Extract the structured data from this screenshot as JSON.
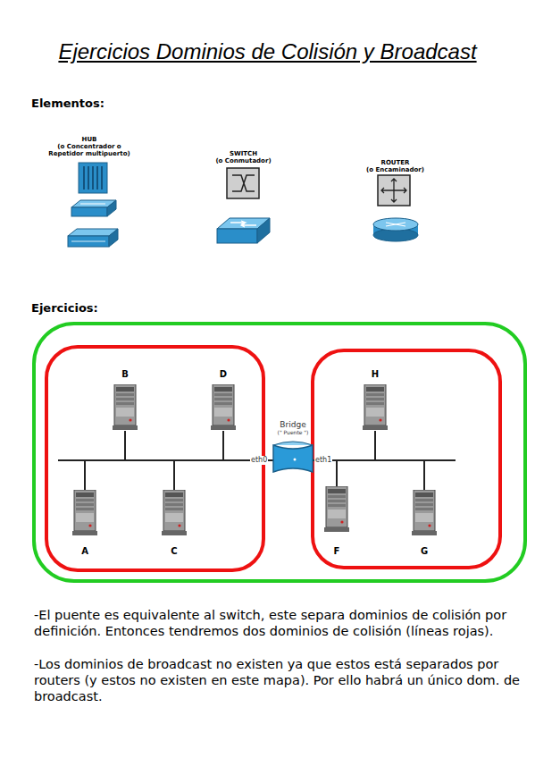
{
  "diagram": {
    "title": "Ejercicios Dominios de Colisión y Broadcast",
    "nodes": [
      {
        "text": [
          "HUB",
          "(o Concentrador o Repetidor multipuerto)"
        ]
      },
      {
        "text": [
          "SWITCH",
          "(o Conmutador)"
        ]
      },
      {
        "text": [
          "ROUTER",
          "(o Encaminador)"
        ]
      },
      {
        "text": [
          "B"
        ]
      },
      {
        "text": [
          "D"
        ]
      },
      {
        "text": [
          "H"
        ]
      },
      {
        "text": [
          "Bridge",
          "(\" Puente \")"
        ]
      },
      {
        "text": [
          "A"
        ]
      },
      {
        "text": [
          "C"
        ]
      },
      {
        "text": [
          "F"
        ]
      },
      {
        "text": [
          "G"
        ]
      }
    ],
    "labels": [
      "Elementos:",
      "Ejercicios:",
      "eth0",
      "eth1",
      "-El puente es equivalente al switch, este separa dominios de colisión por definición. Entonces tendremos dos dominios de colisión (líneas rojas).",
      "-Los dominios de broadcast no existen ya que estos está separados por routers (y estos no existen en este mapa). Por ello habrá un único dom. de broadcast."
    ]
  }
}
